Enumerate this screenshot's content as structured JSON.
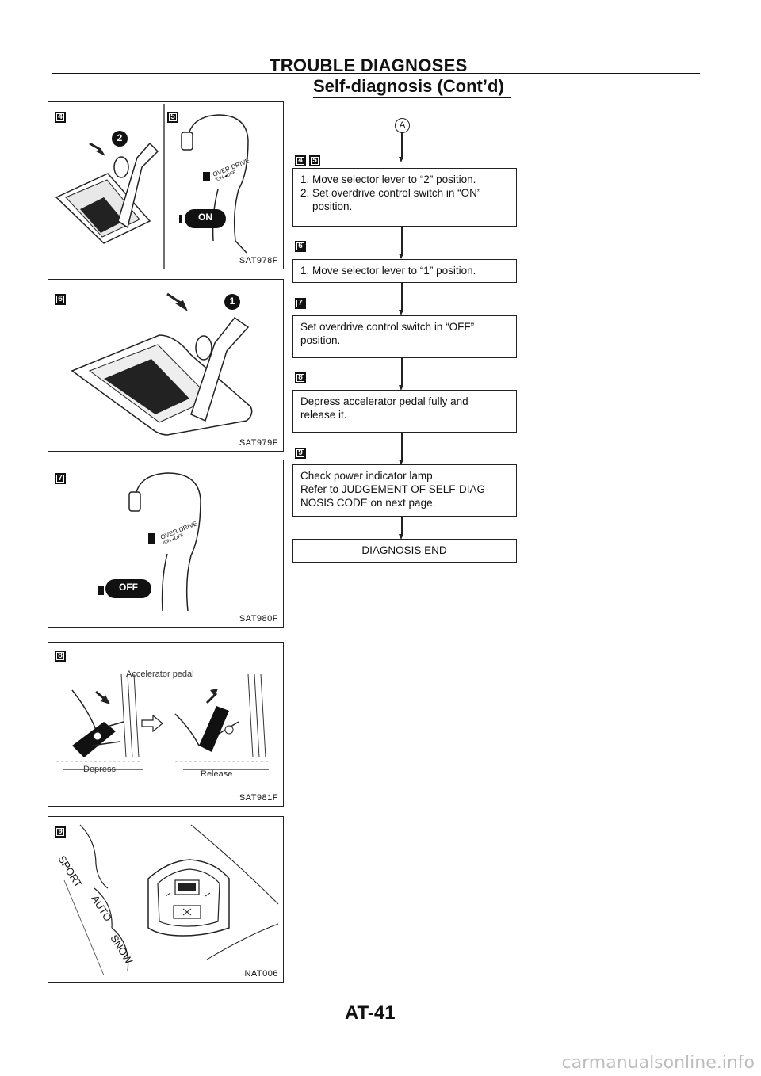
{
  "header": {
    "title": "TROUBLE DIAGNOSES",
    "subtitle": "Self-diagnosis (Cont’d)"
  },
  "panels": {
    "p45": {
      "badge_left": "4",
      "badge_right": "5",
      "circle_num": "2",
      "overdrive_label": "OVER DRIVE",
      "overdrive_sub": "ION  ◂OFF",
      "on_button": "ON",
      "code": "SAT978F"
    },
    "p6": {
      "badge": "6",
      "circle_num": "1",
      "code": "SAT979F"
    },
    "p7": {
      "badge": "7",
      "overdrive_label": "OVER DRIVE",
      "overdrive_sub": "ION  ◂OFF",
      "off_button": "OFF",
      "code": "SAT980F"
    },
    "p8": {
      "badge": "8",
      "pedal_label": "Accelerator pedal",
      "depress_label": "Depress",
      "release_label": "Release",
      "code": "SAT981F"
    },
    "p9": {
      "badge": "9",
      "sport": "SPORT",
      "auto": "AUTO",
      "snow": "SNOW",
      "code": "NAT006"
    }
  },
  "flow": {
    "start_marker": "A",
    "steps": [
      {
        "badges": [
          "4",
          "5"
        ],
        "lines": [
          "1. Move selector lever to “2” position.",
          "2. Set overdrive control switch in “ON”",
          "position."
        ]
      },
      {
        "badges": [
          "6"
        ],
        "lines": [
          "1. Move selector lever to “1” position."
        ]
      },
      {
        "badges": [
          "7"
        ],
        "lines": [
          "Set overdrive control switch in “OFF”",
          "position."
        ]
      },
      {
        "badges": [
          "8"
        ],
        "lines": [
          "Depress accelerator pedal fully and",
          "release it."
        ]
      },
      {
        "badges": [
          "9"
        ],
        "lines": [
          "Check power indicator lamp.",
          "Refer to JUDGEMENT OF SELF-DIAG-",
          "NOSIS CODE on next page."
        ]
      }
    ],
    "end_label": "DIAGNOSIS END"
  },
  "footer": {
    "page_number": "AT-41"
  },
  "watermark": "carmanualsonline.info"
}
